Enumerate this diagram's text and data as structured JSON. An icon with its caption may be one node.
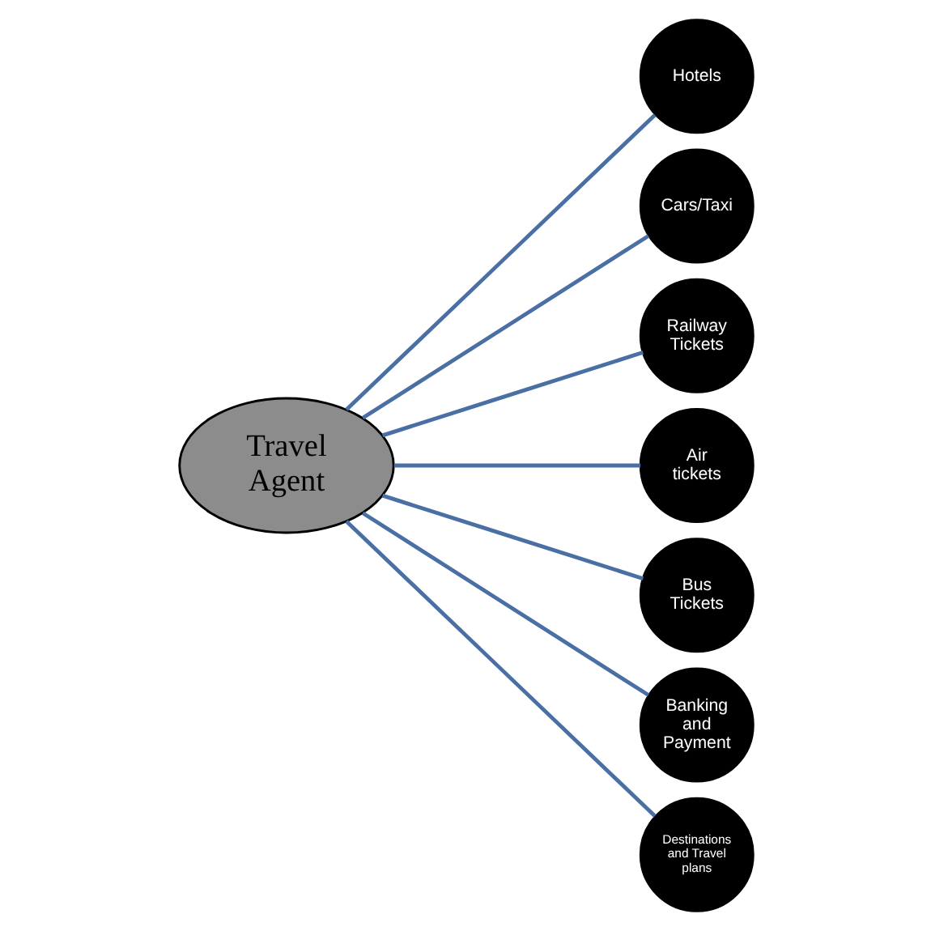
{
  "diagram": {
    "nodes": [
      {
        "text": [
          "Travel Agent"
        ]
      },
      {
        "text": [
          "Hotels"
        ]
      },
      {
        "text": [
          "Cars/Taxi"
        ]
      },
      {
        "text": [
          "Railway Tickets"
        ]
      },
      {
        "text": [
          "Air tickets"
        ]
      },
      {
        "text": [
          "Bus Tickets"
        ]
      },
      {
        "text": [
          "Banking and Payment"
        ]
      },
      {
        "text": [
          "Destinations and Travel plans"
        ]
      }
    ],
    "edges": [
      {
        "from": 0,
        "to": 1,
        "arrow": "none"
      },
      {
        "from": 0,
        "to": 2,
        "arrow": "none"
      },
      {
        "from": 0,
        "to": 3,
        "arrow": "none"
      },
      {
        "from": 0,
        "to": 4,
        "arrow": "none"
      },
      {
        "from": 0,
        "to": 5,
        "arrow": "none"
      },
      {
        "from": 0,
        "to": 6,
        "arrow": "none"
      },
      {
        "from": 0,
        "to": 7,
        "arrow": "none"
      }
    ]
  }
}
